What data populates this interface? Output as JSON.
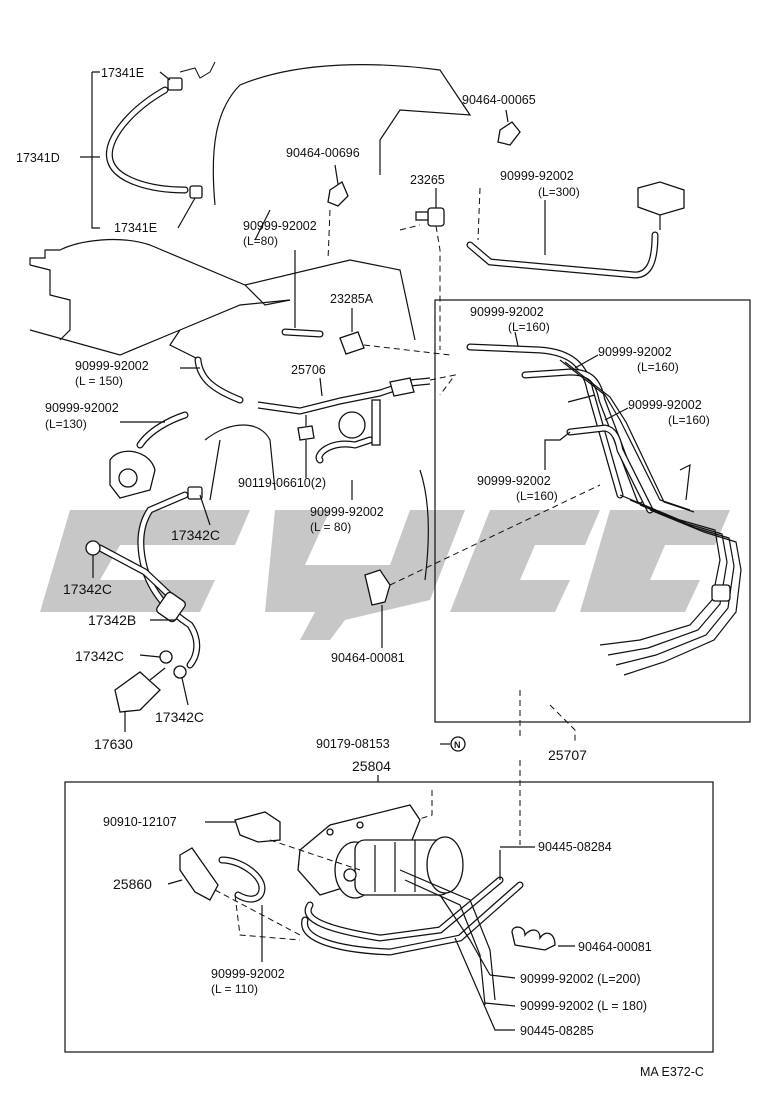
{
  "diagram_code": "MA E372-C",
  "labels": {
    "p17341E_top": "17341E",
    "p17341D": "17341D",
    "p17341E_bot": "17341E",
    "p90464_00065": "90464-00065",
    "p90464_00696": "90464-00696",
    "p23265": "23265",
    "p90999_L300_a": "90999-92002",
    "p90999_L300_b": "(L=300)",
    "p90999_L80_a": "90999-92002",
    "p90999_L80_b": "(L=80)",
    "p23285A": "23285A",
    "p90999_L150_a": "90999-92002",
    "p90999_L150_b": "(L = 150)",
    "p25706": "25706",
    "p90999_L130_a": "90999-92002",
    "p90999_L130_b": "(L=130)",
    "p90119": "90119-06610(2)",
    "p90999_L80b_a": "90999-92002",
    "p90999_L80b_b": "(L = 80)",
    "p17342C_1": "17342C",
    "p17342C_2": "17342C",
    "p17342B": "17342B",
    "p17342C_3": "17342C",
    "p17342C_4": "17342C",
    "p17630": "17630",
    "p90464_00081_mid": "90464-00081",
    "p90999_L160_1a": "90999-92002",
    "p90999_L160_1b": "(L=160)",
    "p90999_L160_2a": "90999-92002",
    "p90999_L160_2b": "(L=160)",
    "p90999_L160_3a": "90999-92002",
    "p90999_L160_3b": "(L=160)",
    "p90999_L160_4a": "90999-92002",
    "p90999_L160_4b": "(L=160)",
    "p25707": "25707",
    "p90179": "90179-08153",
    "n_mark": "N",
    "p25804": "25804",
    "p90910": "90910-12107",
    "p25860": "25860",
    "p90445_08284": "90445-08284",
    "p90464_00081_bot": "90464-00081",
    "p90999_L110_a": "90999-92002",
    "p90999_L110_b": "(L = 110)",
    "p90999_L200": "90999-92002  (L=200)",
    "p90999_L180": "90999-92002  (L = 180)",
    "p90445_08285": "90445-08285"
  }
}
